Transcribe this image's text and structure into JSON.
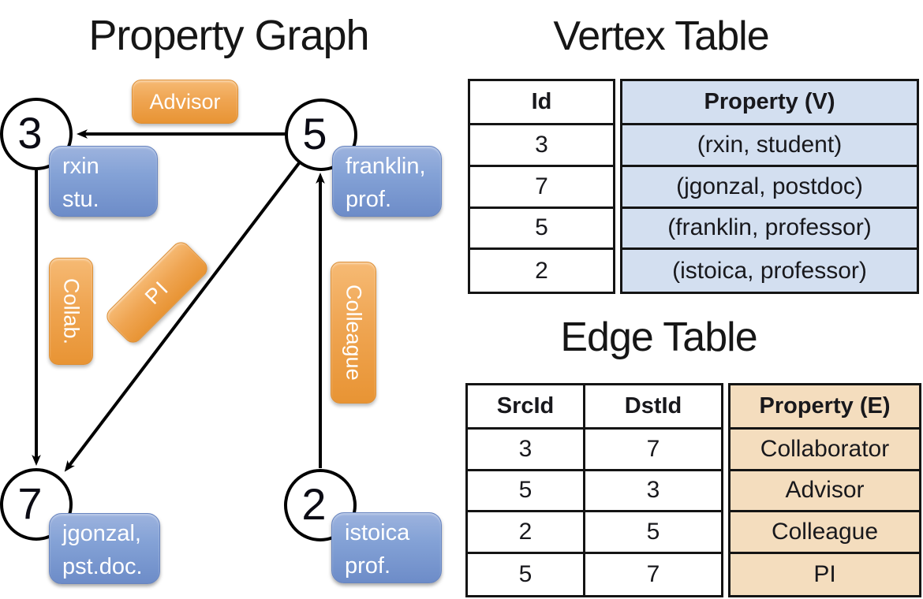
{
  "graph": {
    "title": "Property Graph",
    "nodes": [
      {
        "id": "3",
        "prop_line1": "rxin",
        "prop_line2": "stu."
      },
      {
        "id": "5",
        "prop_line1": "franklin,",
        "prop_line2": "prof."
      },
      {
        "id": "7",
        "prop_line1": "jgonzal,",
        "prop_line2": "pst.doc."
      },
      {
        "id": "2",
        "prop_line1": "istoica",
        "prop_line2": "prof."
      }
    ],
    "edge_labels": {
      "advisor": "Advisor",
      "collab": "Collab.",
      "pi": "PI",
      "colleague": "Colleague"
    }
  },
  "vertex_table": {
    "title": "Vertex Table",
    "columns": {
      "id": "Id",
      "property": "Property (V)"
    },
    "rows": [
      {
        "id": "3",
        "property": "(rxin, student)"
      },
      {
        "id": "7",
        "property": "(jgonzal, postdoc)"
      },
      {
        "id": "5",
        "property": "(franklin, professor)"
      },
      {
        "id": "2",
        "property": "(istoica, professor)"
      }
    ]
  },
  "edge_table": {
    "title": "Edge Table",
    "columns": {
      "src": "SrcId",
      "dst": "DstId",
      "property": "Property (E)"
    },
    "rows": [
      {
        "src": "3",
        "dst": "7",
        "property": "Collaborator"
      },
      {
        "src": "5",
        "dst": "3",
        "property": "Advisor"
      },
      {
        "src": "2",
        "dst": "5",
        "property": "Colleague"
      },
      {
        "src": "5",
        "dst": "7",
        "property": "PI"
      }
    ]
  },
  "colors": {
    "edge_label_orange": "#EFA552",
    "vertex_property_blue": "#84A2D6",
    "vertex_table_fill": "#D3DFF0",
    "edge_table_fill": "#F4DDBE",
    "line_black": "#000000"
  }
}
